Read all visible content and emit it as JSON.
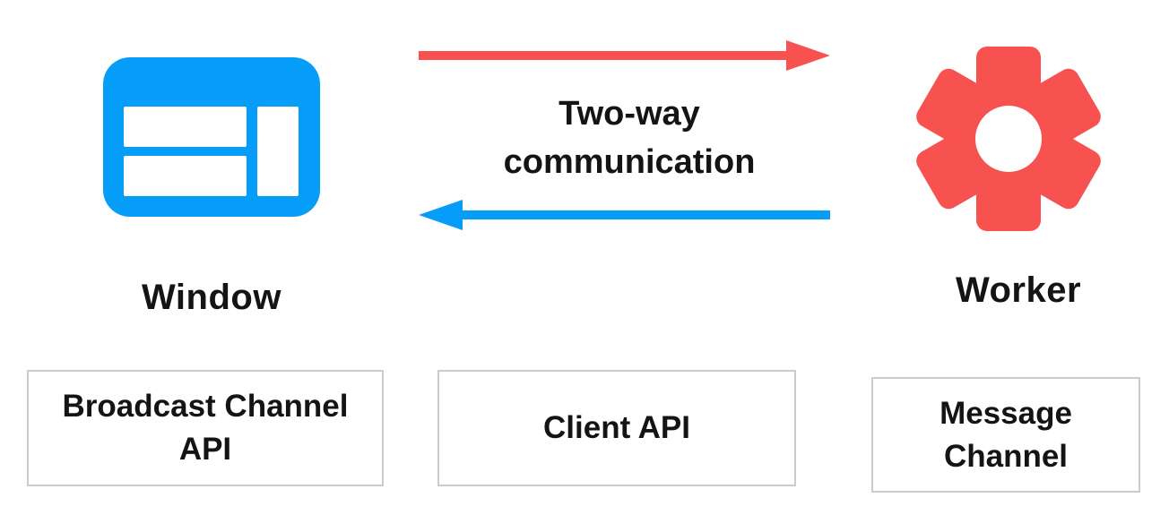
{
  "colors": {
    "blue": "#069df8",
    "red": "#f85250",
    "box_border": "#cccccc",
    "text": "#141414",
    "background": "#ffffff"
  },
  "nodes": {
    "window": {
      "label": "Window",
      "icon": "browser-window-icon"
    },
    "worker": {
      "label": "Worker",
      "icon": "gear-icon"
    }
  },
  "connection": {
    "label_lines": [
      "Two-way",
      "communication"
    ]
  },
  "api_boxes": [
    {
      "lines": [
        "Broadcast Channel",
        "API"
      ]
    },
    {
      "lines": [
        "Client API",
        ""
      ]
    },
    {
      "lines": [
        "Message",
        "Channel"
      ]
    }
  ]
}
